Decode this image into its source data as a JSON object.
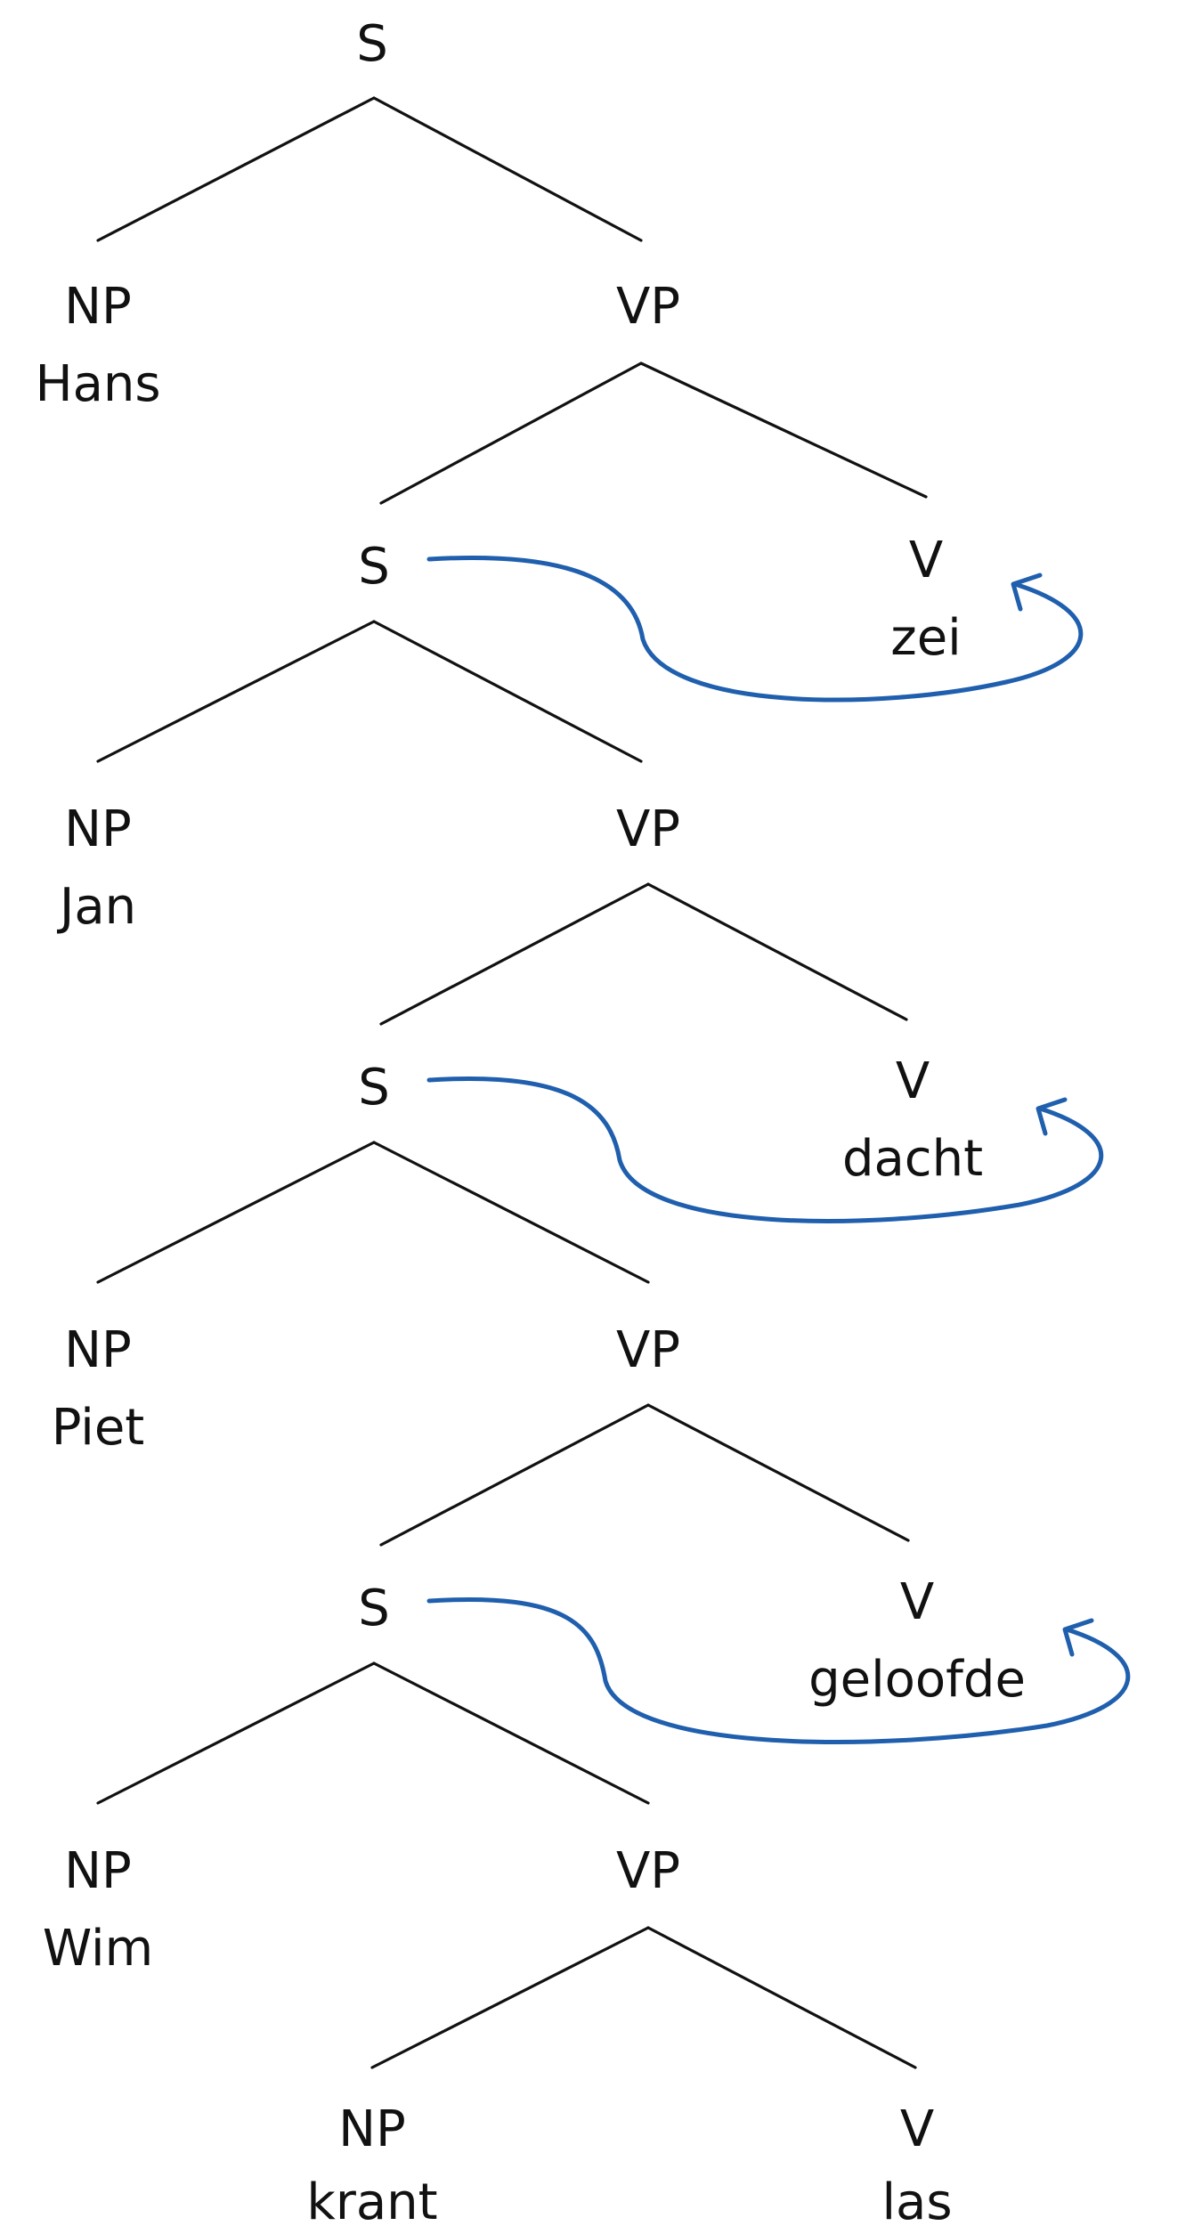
{
  "colors": {
    "arrow": "#1f5fad",
    "line": "#111111"
  },
  "nodes": {
    "s1": "S",
    "np1": "NP",
    "w_hans": "Hans",
    "vp1": "VP",
    "s2": "S",
    "v1": "V",
    "w_zei": "zei",
    "np2": "NP",
    "w_jan": "Jan",
    "vp2": "VP",
    "s3": "S",
    "v2": "V",
    "w_dacht": "dacht",
    "np3": "NP",
    "w_piet": "Piet",
    "vp3": "VP",
    "s4": "S",
    "v3": "V",
    "w_geloofde": "geloofde",
    "np4": "NP",
    "w_wim": "Wim",
    "vp4": "VP",
    "np5": "NP",
    "w_krant": "krant",
    "v4": "V",
    "w_las": "las"
  },
  "edges": [
    [
      "s1",
      "np1"
    ],
    [
      "s1",
      "vp1"
    ],
    [
      "vp1",
      "s2"
    ],
    [
      "vp1",
      "v1"
    ],
    [
      "s2",
      "np2"
    ],
    [
      "s2",
      "vp2"
    ],
    [
      "vp2",
      "s3"
    ],
    [
      "vp2",
      "v2"
    ],
    [
      "s3",
      "np3"
    ],
    [
      "s3",
      "vp3"
    ],
    [
      "vp3",
      "s4"
    ],
    [
      "vp3",
      "v3"
    ],
    [
      "s4",
      "np4"
    ],
    [
      "s4",
      "vp4"
    ],
    [
      "vp4",
      "np5"
    ],
    [
      "vp4",
      "v4"
    ]
  ],
  "movements": [
    {
      "from": "s2",
      "to": "v1"
    },
    {
      "from": "s3",
      "to": "v2"
    },
    {
      "from": "s4",
      "to": "v3"
    }
  ]
}
